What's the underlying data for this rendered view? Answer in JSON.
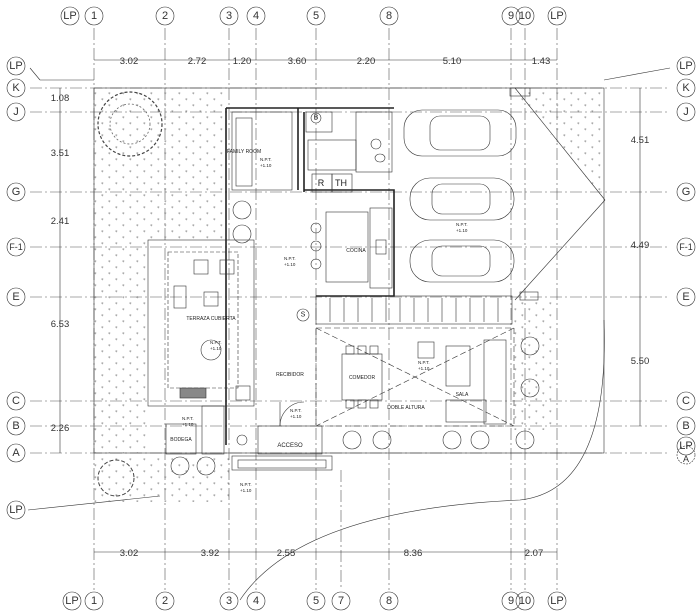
{
  "axes_top": [
    "LP",
    "1",
    "2",
    "3",
    "4",
    "5",
    "8",
    "9",
    "10",
    "LP"
  ],
  "axes_bottom": [
    "LP",
    "1",
    "2",
    "3",
    "4",
    "5",
    "7",
    "8",
    "9",
    "10",
    "LP"
  ],
  "axes_left": [
    "LP",
    "K",
    "J",
    "G",
    "F-1",
    "E",
    "C",
    "B",
    "A",
    "LP"
  ],
  "axes_right": [
    "LP",
    "K",
    "J",
    "G",
    "F-1",
    "E",
    "C",
    "B",
    "LP",
    "A"
  ],
  "dims_top": [
    "3.02",
    "2.72",
    "1.20",
    "3.60",
    "2.20",
    "5.10",
    "1.43"
  ],
  "dims_bottom": [
    "3.02",
    "3.92",
    "2.55",
    "8.36",
    "2.07"
  ],
  "dims_left": [
    "1.08",
    "3.51",
    "2.41",
    "6.53",
    "2.26"
  ],
  "dims_right": [
    "4.51",
    "4.49",
    "5.50"
  ],
  "rooms": {
    "family": "FAMILY ROOM",
    "terraza": "TERRAZA CUBIERTA",
    "cocina": "COCINA",
    "comedor": "COMEDOR",
    "recibidor": "RECIBIDOR",
    "doble_altura": "DOBLE ALTURA",
    "sala": "SALA",
    "bodega": "BODEGA",
    "acceso": "ACCESO"
  },
  "npt_label": "N.P.T.",
  "npt_value": "+1.10",
  "fixtures": {
    "r": "R",
    "th": "TH",
    "b": "B",
    "s": "S"
  }
}
